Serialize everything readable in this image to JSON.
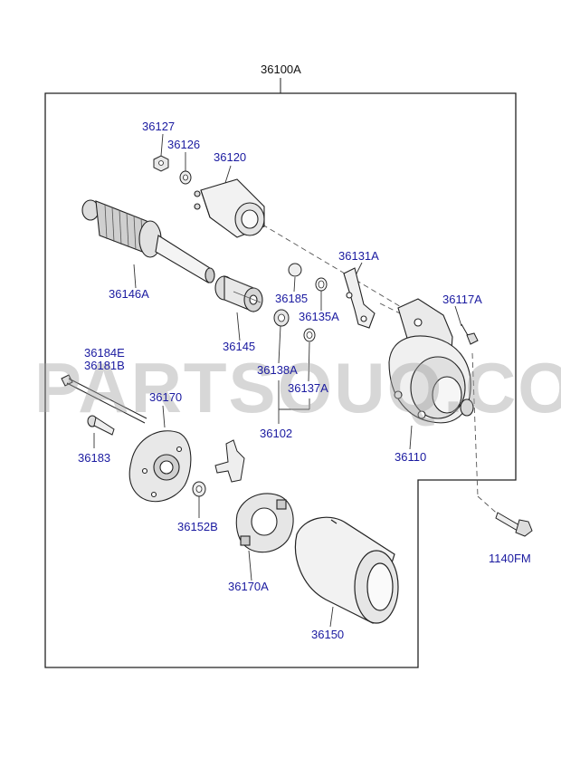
{
  "assembly_label": "36100A",
  "watermark": "PARTSOUQ.COM",
  "part_labels": {
    "p36127": "36127",
    "p36126": "36126",
    "p36120": "36120",
    "p36146A": "36146A",
    "p36131A": "36131A",
    "p36185": "36185",
    "p36135A": "36135A",
    "p36117A": "36117A",
    "p36145": "36145",
    "p36138A": "36138A",
    "p36137A": "36137A",
    "p36184E": "36184E",
    "p36181B": "36181B",
    "p36170": "36170",
    "p36102": "36102",
    "p36110": "36110",
    "p36183": "36183",
    "p36152B": "36152B",
    "p36170A": "36170A",
    "p1140FM": "1140FM",
    "p36150": "36150"
  },
  "colors": {
    "link_text": "#1a1aa0",
    "line": "#222222",
    "watermark": "#a0a0a0"
  }
}
